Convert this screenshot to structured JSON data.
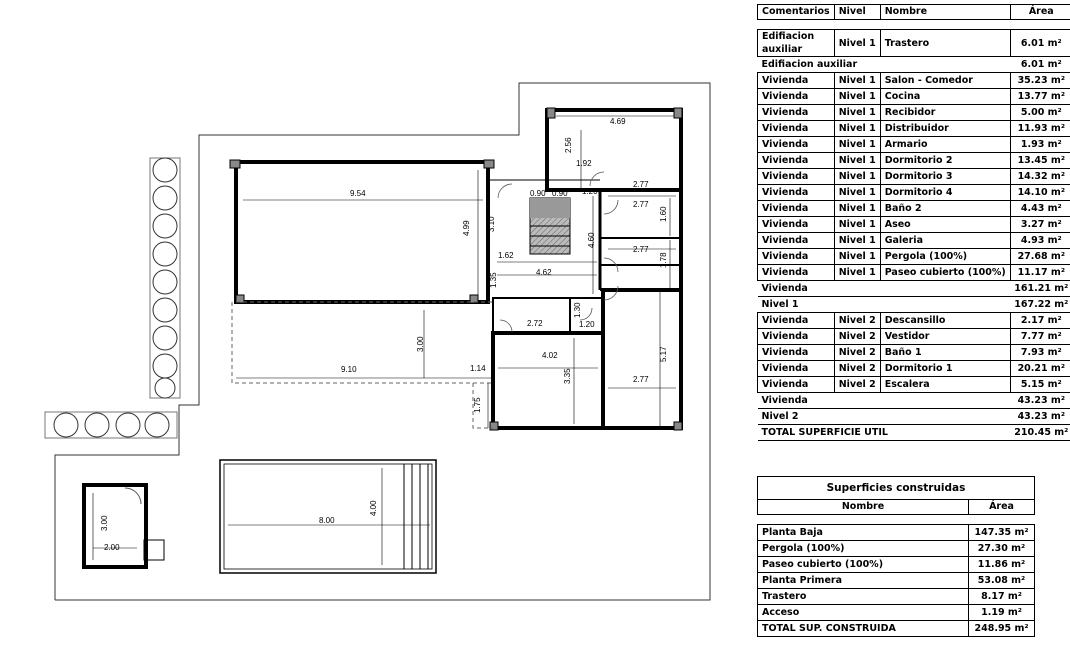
{
  "plan": {
    "dimensions": [
      "4.69",
      "2.56",
      "1.92",
      "0.90",
      "0.90",
      "1.20",
      "2.77",
      "2.77",
      "1.60",
      "9.54",
      "3.10",
      "4.99",
      "4.60",
      "2.77",
      "1.78",
      "1.62",
      "4.62",
      "1.35",
      "2.72",
      "1.30",
      "1.20",
      "3.00",
      "4.02",
      "5.17",
      "9.10",
      "1.14",
      "3.35",
      "2.77",
      "1.75",
      "3.00",
      "2.00",
      "4.00",
      "8.00"
    ]
  },
  "table_util": {
    "headers": [
      "Comentarios",
      "Nivel",
      "Nombre",
      "Área"
    ],
    "first_row": {
      "c": "Edifiacion auxiliar",
      "n": "Nivel 1",
      "name": "Trastero",
      "a": "6.01 m²"
    },
    "subtotal1": {
      "label": "Edifiacion auxiliar",
      "a": "6.01 m²"
    },
    "rows1": [
      {
        "c": "Vivienda",
        "n": "Nivel 1",
        "name": "Salon - Comedor",
        "a": "35.23 m²"
      },
      {
        "c": "Vivienda",
        "n": "Nivel 1",
        "name": "Cocina",
        "a": "13.77 m²"
      },
      {
        "c": "Vivienda",
        "n": "Nivel 1",
        "name": "Recibidor",
        "a": "5.00 m²"
      },
      {
        "c": "Vivienda",
        "n": "Nivel 1",
        "name": "Distribuidor",
        "a": "11.93 m²"
      },
      {
        "c": "Vivienda",
        "n": "Nivel 1",
        "name": "Armario",
        "a": "1.93 m²"
      },
      {
        "c": "Vivienda",
        "n": "Nivel 1",
        "name": "Dormitorio 2",
        "a": "13.45 m²"
      },
      {
        "c": "Vivienda",
        "n": "Nivel 1",
        "name": "Dormitorio 3",
        "a": "14.32 m²"
      },
      {
        "c": "Vivienda",
        "n": "Nivel 1",
        "name": "Dormitorio 4",
        "a": "14.10 m²"
      },
      {
        "c": "Vivienda",
        "n": "Nivel 1",
        "name": "Baño 2",
        "a": "4.43 m²"
      },
      {
        "c": "Vivienda",
        "n": "Nivel 1",
        "name": "Aseo",
        "a": "3.27 m²"
      },
      {
        "c": "Vivienda",
        "n": "Nivel 1",
        "name": "Galeria",
        "a": "4.93 m²"
      },
      {
        "c": "Vivienda",
        "n": "Nivel 1",
        "name": "Pergola (100%)",
        "a": "27.68 m²"
      },
      {
        "c": "Vivienda",
        "n": "Nivel 1",
        "name": "Paseo cubierto (100%)",
        "a": "11.17 m²"
      }
    ],
    "subtotal2": {
      "label": "Vivienda",
      "a": "161.21 m²"
    },
    "subtotal3": {
      "label": "Nivel 1",
      "a": "167.22 m²"
    },
    "rows2": [
      {
        "c": "Vivienda",
        "n": "Nivel 2",
        "name": "Descansillo",
        "a": "2.17 m²"
      },
      {
        "c": "Vivienda",
        "n": "Nivel 2",
        "name": "Vestidor",
        "a": "7.77 m²"
      },
      {
        "c": "Vivienda",
        "n": "Nivel 2",
        "name": "Baño 1",
        "a": "7.93 m²"
      },
      {
        "c": "Vivienda",
        "n": "Nivel 2",
        "name": "Dormitorio 1",
        "a": "20.21 m²"
      },
      {
        "c": "Vivienda",
        "n": "Nivel 2",
        "name": "Escalera",
        "a": "5.15 m²"
      }
    ],
    "subtotal4": {
      "label": "Vivienda",
      "a": "43.23 m²"
    },
    "subtotal5": {
      "label": "Nivel 2",
      "a": "43.23 m²"
    },
    "total": {
      "label": "TOTAL SUPERFICIE UTIL",
      "a": "210.45 m²"
    }
  },
  "table_built": {
    "title": "Superficies construidas",
    "headers": [
      "Nombre",
      "Área"
    ],
    "rows": [
      {
        "name": "Planta Baja",
        "a": "147.35 m²"
      },
      {
        "name": "Pergola (100%)",
        "a": "27.30 m²"
      },
      {
        "name": "Paseo cubierto (100%)",
        "a": "11.86 m²"
      },
      {
        "name": "Planta Primera",
        "a": "53.08 m²"
      },
      {
        "name": "Trastero",
        "a": "8.17 m²"
      },
      {
        "name": "Acceso",
        "a": "1.19 m²"
      }
    ],
    "total": {
      "name": "TOTAL SUP. CONSTRUIDA",
      "a": "248.95 m²"
    }
  }
}
